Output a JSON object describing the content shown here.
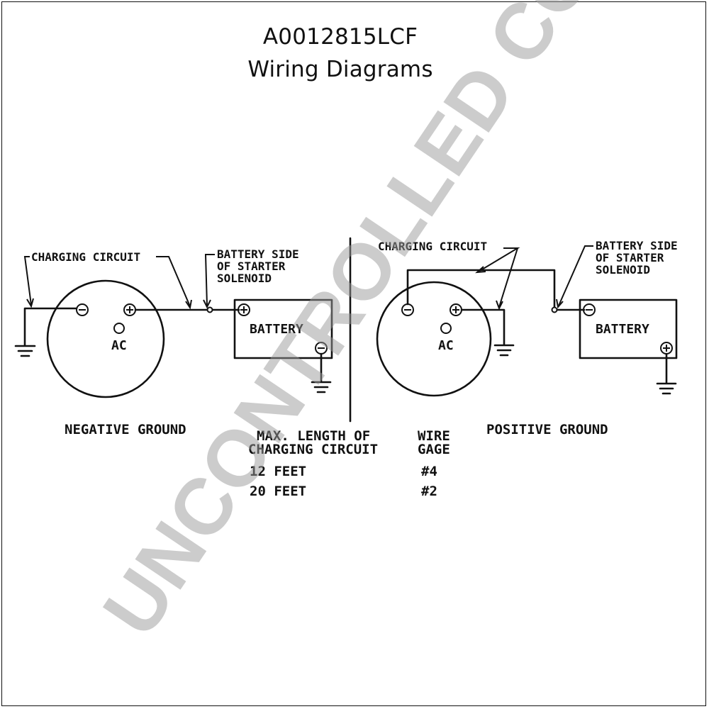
{
  "title": {
    "line1": "A0012815LCF",
    "line2": "Wiring Diagrams"
  },
  "left_diagram": {
    "charging_circuit_label": "CHARGING CIRCUIT",
    "battery_side_label": [
      "BATTERY SIDE",
      "OF STARTER",
      "SOLENOID"
    ],
    "battery_label": "BATTERY",
    "ac_label": "AC",
    "caption": "NEGATIVE GROUND"
  },
  "right_diagram": {
    "charging_circuit_label": "CHARGING CIRCUIT",
    "battery_side_label": [
      "BATTERY SIDE",
      "OF STARTER",
      "SOLENOID"
    ],
    "battery_label": "BATTERY",
    "ac_label": "AC",
    "caption": "POSITIVE GROUND"
  },
  "table": {
    "col1_header": [
      "MAX. LENGTH OF",
      "CHARGING CIRCUIT"
    ],
    "col2_header": [
      "WIRE",
      "GAGE"
    ],
    "rows": [
      {
        "length": "12 FEET",
        "gage": "#4"
      },
      {
        "length": "20 FEET",
        "gage": "#2"
      }
    ]
  },
  "watermark": "UNCONTROLLED COPY"
}
